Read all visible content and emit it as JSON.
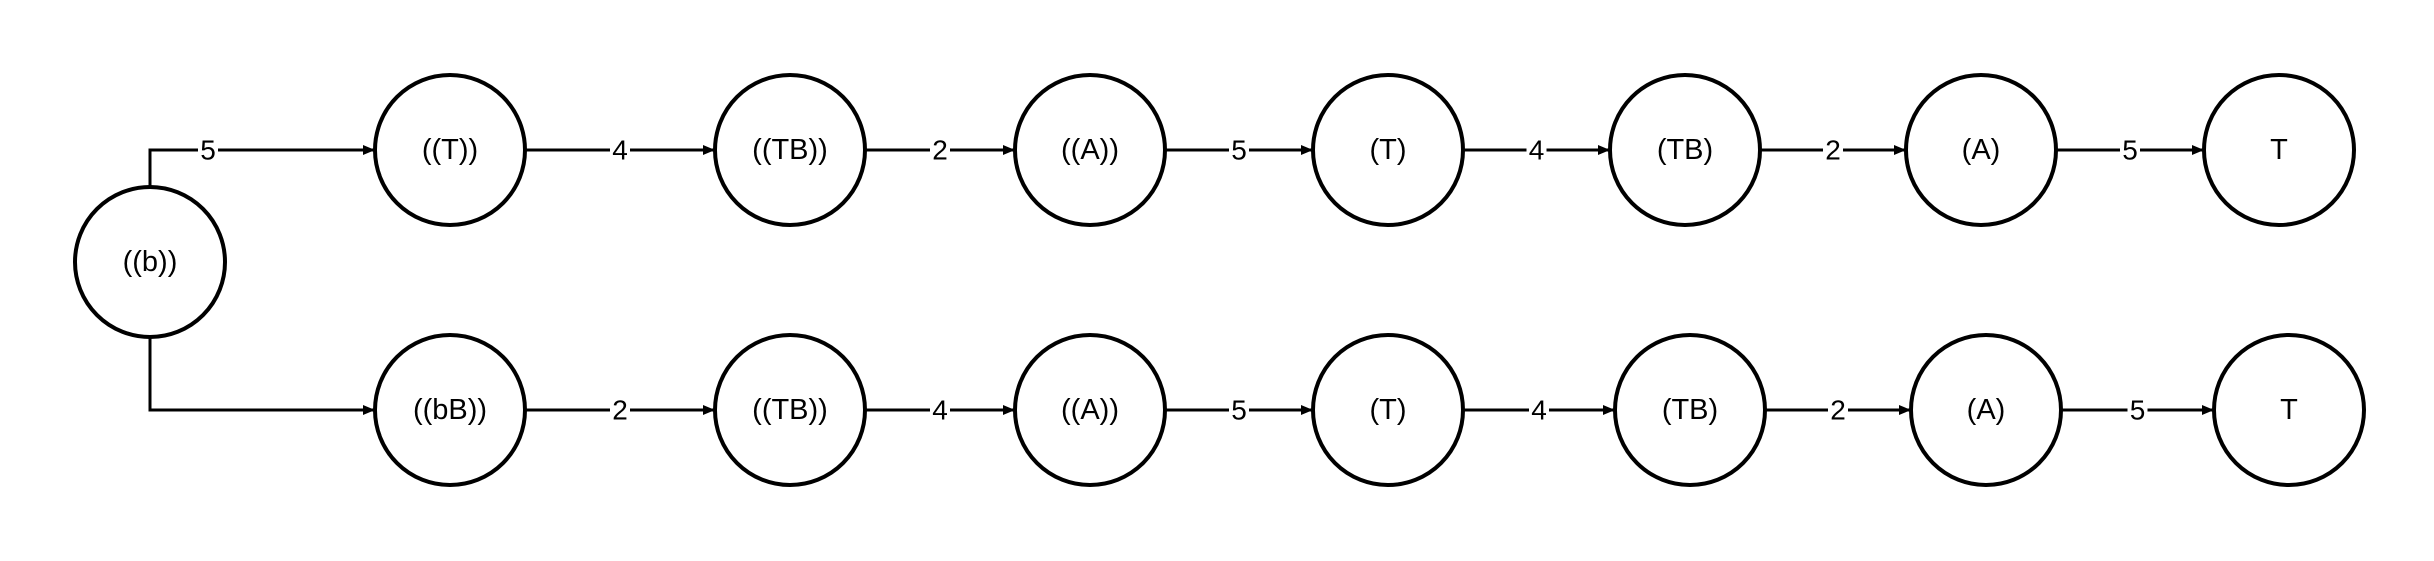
{
  "diagram": {
    "nodes": [
      {
        "id": "start",
        "label": "((b))"
      },
      {
        "id": "t1",
        "label": "((T))"
      },
      {
        "id": "t2",
        "label": "((TB))"
      },
      {
        "id": "t3",
        "label": "((A))"
      },
      {
        "id": "t4",
        "label": "(T)"
      },
      {
        "id": "t5",
        "label": "(TB)"
      },
      {
        "id": "t6",
        "label": "(A)"
      },
      {
        "id": "t7",
        "label": "T"
      },
      {
        "id": "b1",
        "label": "((bB))"
      },
      {
        "id": "b2",
        "label": "((TB))"
      },
      {
        "id": "b3",
        "label": "((A))"
      },
      {
        "id": "b4",
        "label": "(T)"
      },
      {
        "id": "b5",
        "label": "(TB)"
      },
      {
        "id": "b6",
        "label": "(A)"
      },
      {
        "id": "b7",
        "label": "T"
      }
    ],
    "edges": [
      {
        "from": "start",
        "to": "t1",
        "label": "5"
      },
      {
        "from": "t1",
        "to": "t2",
        "label": "4"
      },
      {
        "from": "t2",
        "to": "t3",
        "label": "2"
      },
      {
        "from": "t3",
        "to": "t4",
        "label": "5"
      },
      {
        "from": "t4",
        "to": "t5",
        "label": "4"
      },
      {
        "from": "t5",
        "to": "t6",
        "label": "2"
      },
      {
        "from": "t6",
        "to": "t7",
        "label": "5"
      },
      {
        "from": "start",
        "to": "b1",
        "label": ""
      },
      {
        "from": "b1",
        "to": "b2",
        "label": "2"
      },
      {
        "from": "b2",
        "to": "b3",
        "label": "4"
      },
      {
        "from": "b3",
        "to": "b4",
        "label": "5"
      },
      {
        "from": "b4",
        "to": "b5",
        "label": "4"
      },
      {
        "from": "b5",
        "to": "b6",
        "label": "2"
      },
      {
        "from": "b6",
        "to": "b7",
        "label": "5"
      }
    ]
  }
}
